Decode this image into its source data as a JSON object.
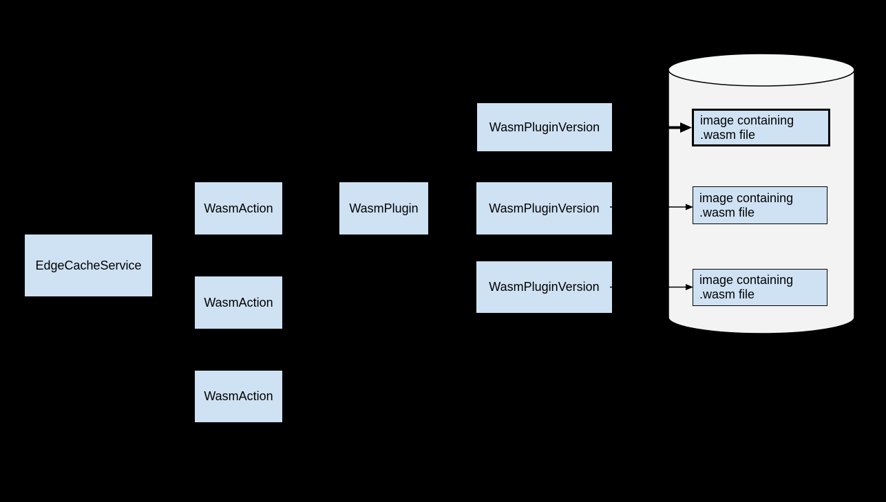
{
  "nodes": {
    "edge_cache_service": {
      "label": "EdgeCacheService"
    },
    "wasm_actions": [
      {
        "label": "WasmAction"
      },
      {
        "label": "WasmAction"
      },
      {
        "label": "WasmAction"
      }
    ],
    "wasm_plugin": {
      "label": "WasmPlugin"
    },
    "wasm_plugin_versions": [
      {
        "label": "WasmPluginVersion"
      },
      {
        "label": "WasmPluginVersion"
      },
      {
        "label": "WasmPluginVersion"
      }
    ]
  },
  "registry": {
    "images": [
      {
        "line1": "image containing",
        "line2": ".wasm file",
        "emphasized": true
      },
      {
        "line1": "image containing",
        "line2": ".wasm file",
        "emphasized": false
      },
      {
        "line1": "image containing",
        "line2": ".wasm file",
        "emphasized": false
      }
    ]
  },
  "connections": [
    {
      "from": "WasmPluginVersion 1",
      "to": "image 1",
      "style": "bold-arrow"
    },
    {
      "from": "WasmPluginVersion 2",
      "to": "image 2",
      "style": "thin-arrow"
    },
    {
      "from": "WasmPluginVersion 3",
      "to": "image 3",
      "style": "thin-arrow"
    }
  ],
  "colors": {
    "background": "#000000",
    "node_fill": "#cfe2f3",
    "node_text": "#000000",
    "cylinder_fill": "#f3f3f3",
    "cylinder_top_fill": "#f7f8f8",
    "stroke": "#000000"
  }
}
